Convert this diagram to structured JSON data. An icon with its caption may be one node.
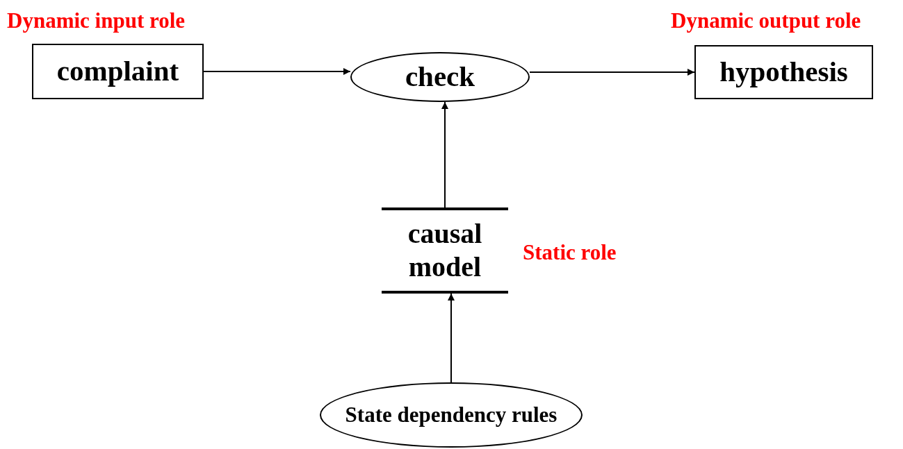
{
  "diagram": {
    "nodes": [
      {
        "text": [
          "complaint"
        ],
        "beside": [
          "Dynamic input role"
        ]
      },
      {
        "text": [
          "check"
        ]
      },
      {
        "text": [
          "hypothesis"
        ],
        "beside": [
          "Dynamic output role"
        ]
      },
      {
        "text": [
          "causal model"
        ],
        "beside": [
          "Static role"
        ]
      },
      {
        "text": [
          "State dependency rules"
        ]
      }
    ],
    "edges": [
      {
        "from": 0,
        "to": 1,
        "arrow": "to"
      },
      {
        "from": 1,
        "to": 2,
        "arrow": "to"
      },
      {
        "from": 3,
        "to": 1,
        "arrow": "to"
      },
      {
        "from": 4,
        "to": 3,
        "arrow": "to"
      }
    ]
  }
}
